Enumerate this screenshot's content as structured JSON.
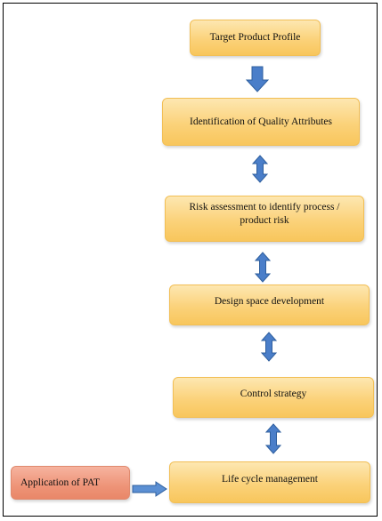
{
  "colors": {
    "box_fill": "#fbd27a",
    "pat_fill": "#ee9478",
    "arrow_fill": "#4a7ec9",
    "arrow_stroke": "#2f5f9e"
  },
  "nodes": {
    "target_product_profile": "Target Product Profile",
    "identification_quality_attributes": "Identification of Quality Attributes",
    "risk_assessment": "Risk assessment to identify process / product risk",
    "design_space": "Design space development",
    "control_strategy": "Control strategy",
    "life_cycle": "Life cycle management",
    "application_pat": "Application of PAT"
  },
  "arrows": [
    {
      "type": "down-arrow",
      "from": "Target Product Profile",
      "to": "Identification of Quality Attributes"
    },
    {
      "type": "double-arrow",
      "from": "Identification of Quality Attributes",
      "to": "Risk assessment to identify process / product risk"
    },
    {
      "type": "double-arrow",
      "from": "Risk assessment to identify process / product risk",
      "to": "Design space development"
    },
    {
      "type": "double-arrow",
      "from": "Design space development",
      "to": "Control strategy"
    },
    {
      "type": "double-arrow",
      "from": "Control strategy",
      "to": "Life cycle management"
    },
    {
      "type": "right-arrow",
      "from": "Application of PAT",
      "to": "Life cycle management"
    }
  ]
}
